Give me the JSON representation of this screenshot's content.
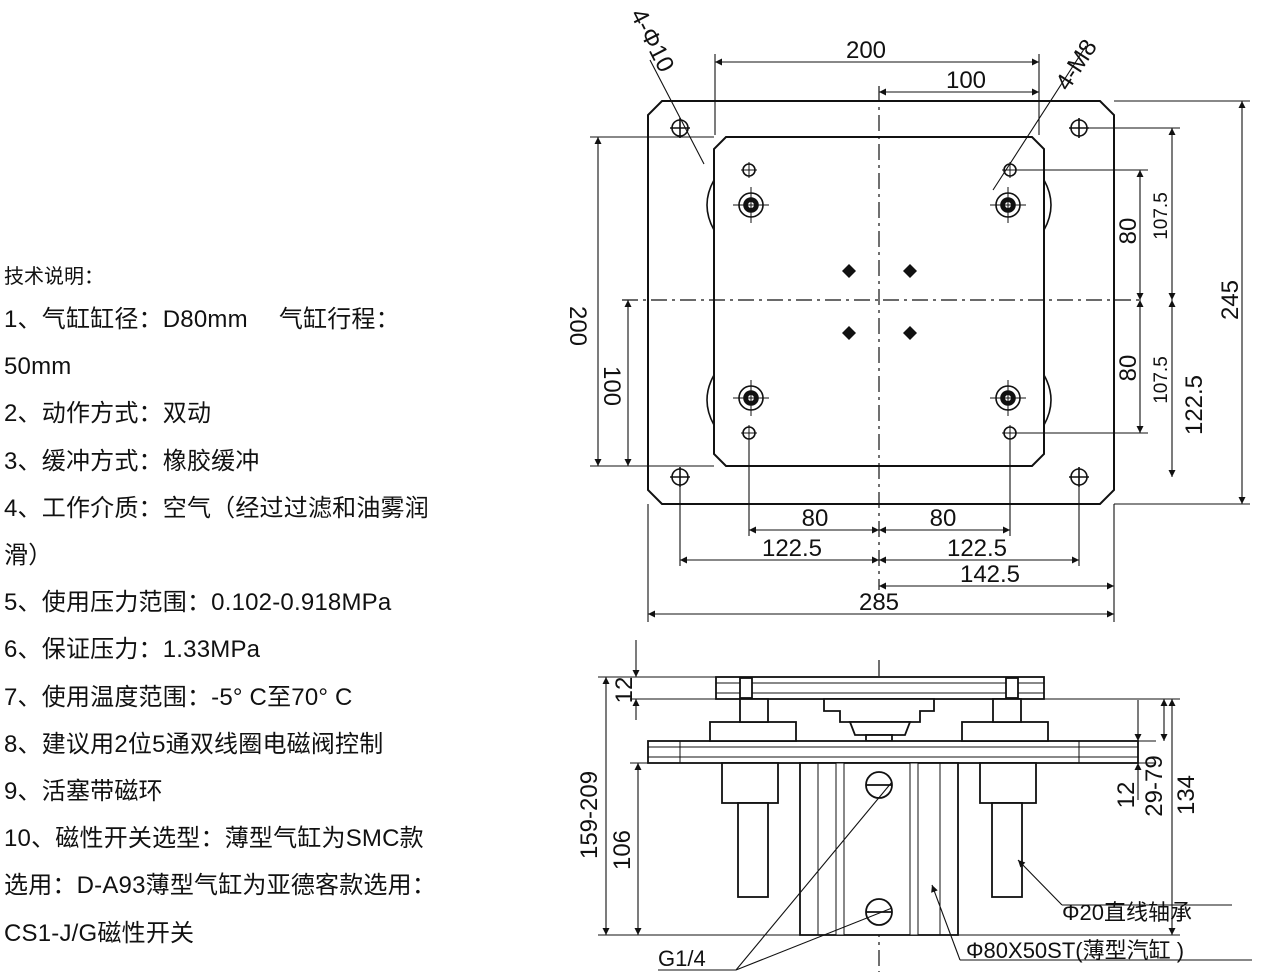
{
  "notes": {
    "title": "技术说明：",
    "lines": [
      "1、气缸缸径：D80mm　 气缸行程：",
      "50mm",
      "2、动作方式：双动",
      "3、缓冲方式：橡胶缓冲",
      "4、工作介质：空气（经过过滤和油雾润",
      "滑）",
      "5、使用压力范围：0.102-0.918MPa",
      "6、保证压力：1.33MPa",
      "7、使用温度范围：-5° C至70° C",
      "8、建议用2位5通双线圈电磁阀控制",
      "9、活塞带磁环",
      "10、磁性开关选型：薄型气缸为SMC款",
      "选用：D-A93薄型气缸为亚德客款选用：",
      "CS1-J/G磁性开关"
    ]
  },
  "top_view": {
    "dim_200_top": "200",
    "dim_100_top": "100",
    "hole_4_phi10": "4-Φ10",
    "thread_4_m8": "4-M8",
    "dim_200_left": "200",
    "dim_100_left": "100",
    "dim_80_upper": "80",
    "dim_107_5_upper": "107.5",
    "dim_80_lower": "80",
    "dim_107_5_lower": "107.5",
    "dim_122_5_right": "122.5",
    "dim_245": "245",
    "dim_80_bottom_left": "80",
    "dim_80_bottom_right": "80",
    "dim_122_5_bottom_left": "122.5",
    "dim_122_5_bottom_right": "122.5",
    "dim_142_5": "142.5",
    "dim_285": "285"
  },
  "side_view": {
    "dim_12_top": "12",
    "dim_159_209": "159-209",
    "dim_106": "106",
    "dim_12_right": "12",
    "dim_29_79": "29-79",
    "dim_134": "134",
    "label_bearing": "Φ20直线轴承",
    "label_port": "G1/4",
    "label_cylinder": "Φ80X50ST(薄型汽缸 )"
  }
}
